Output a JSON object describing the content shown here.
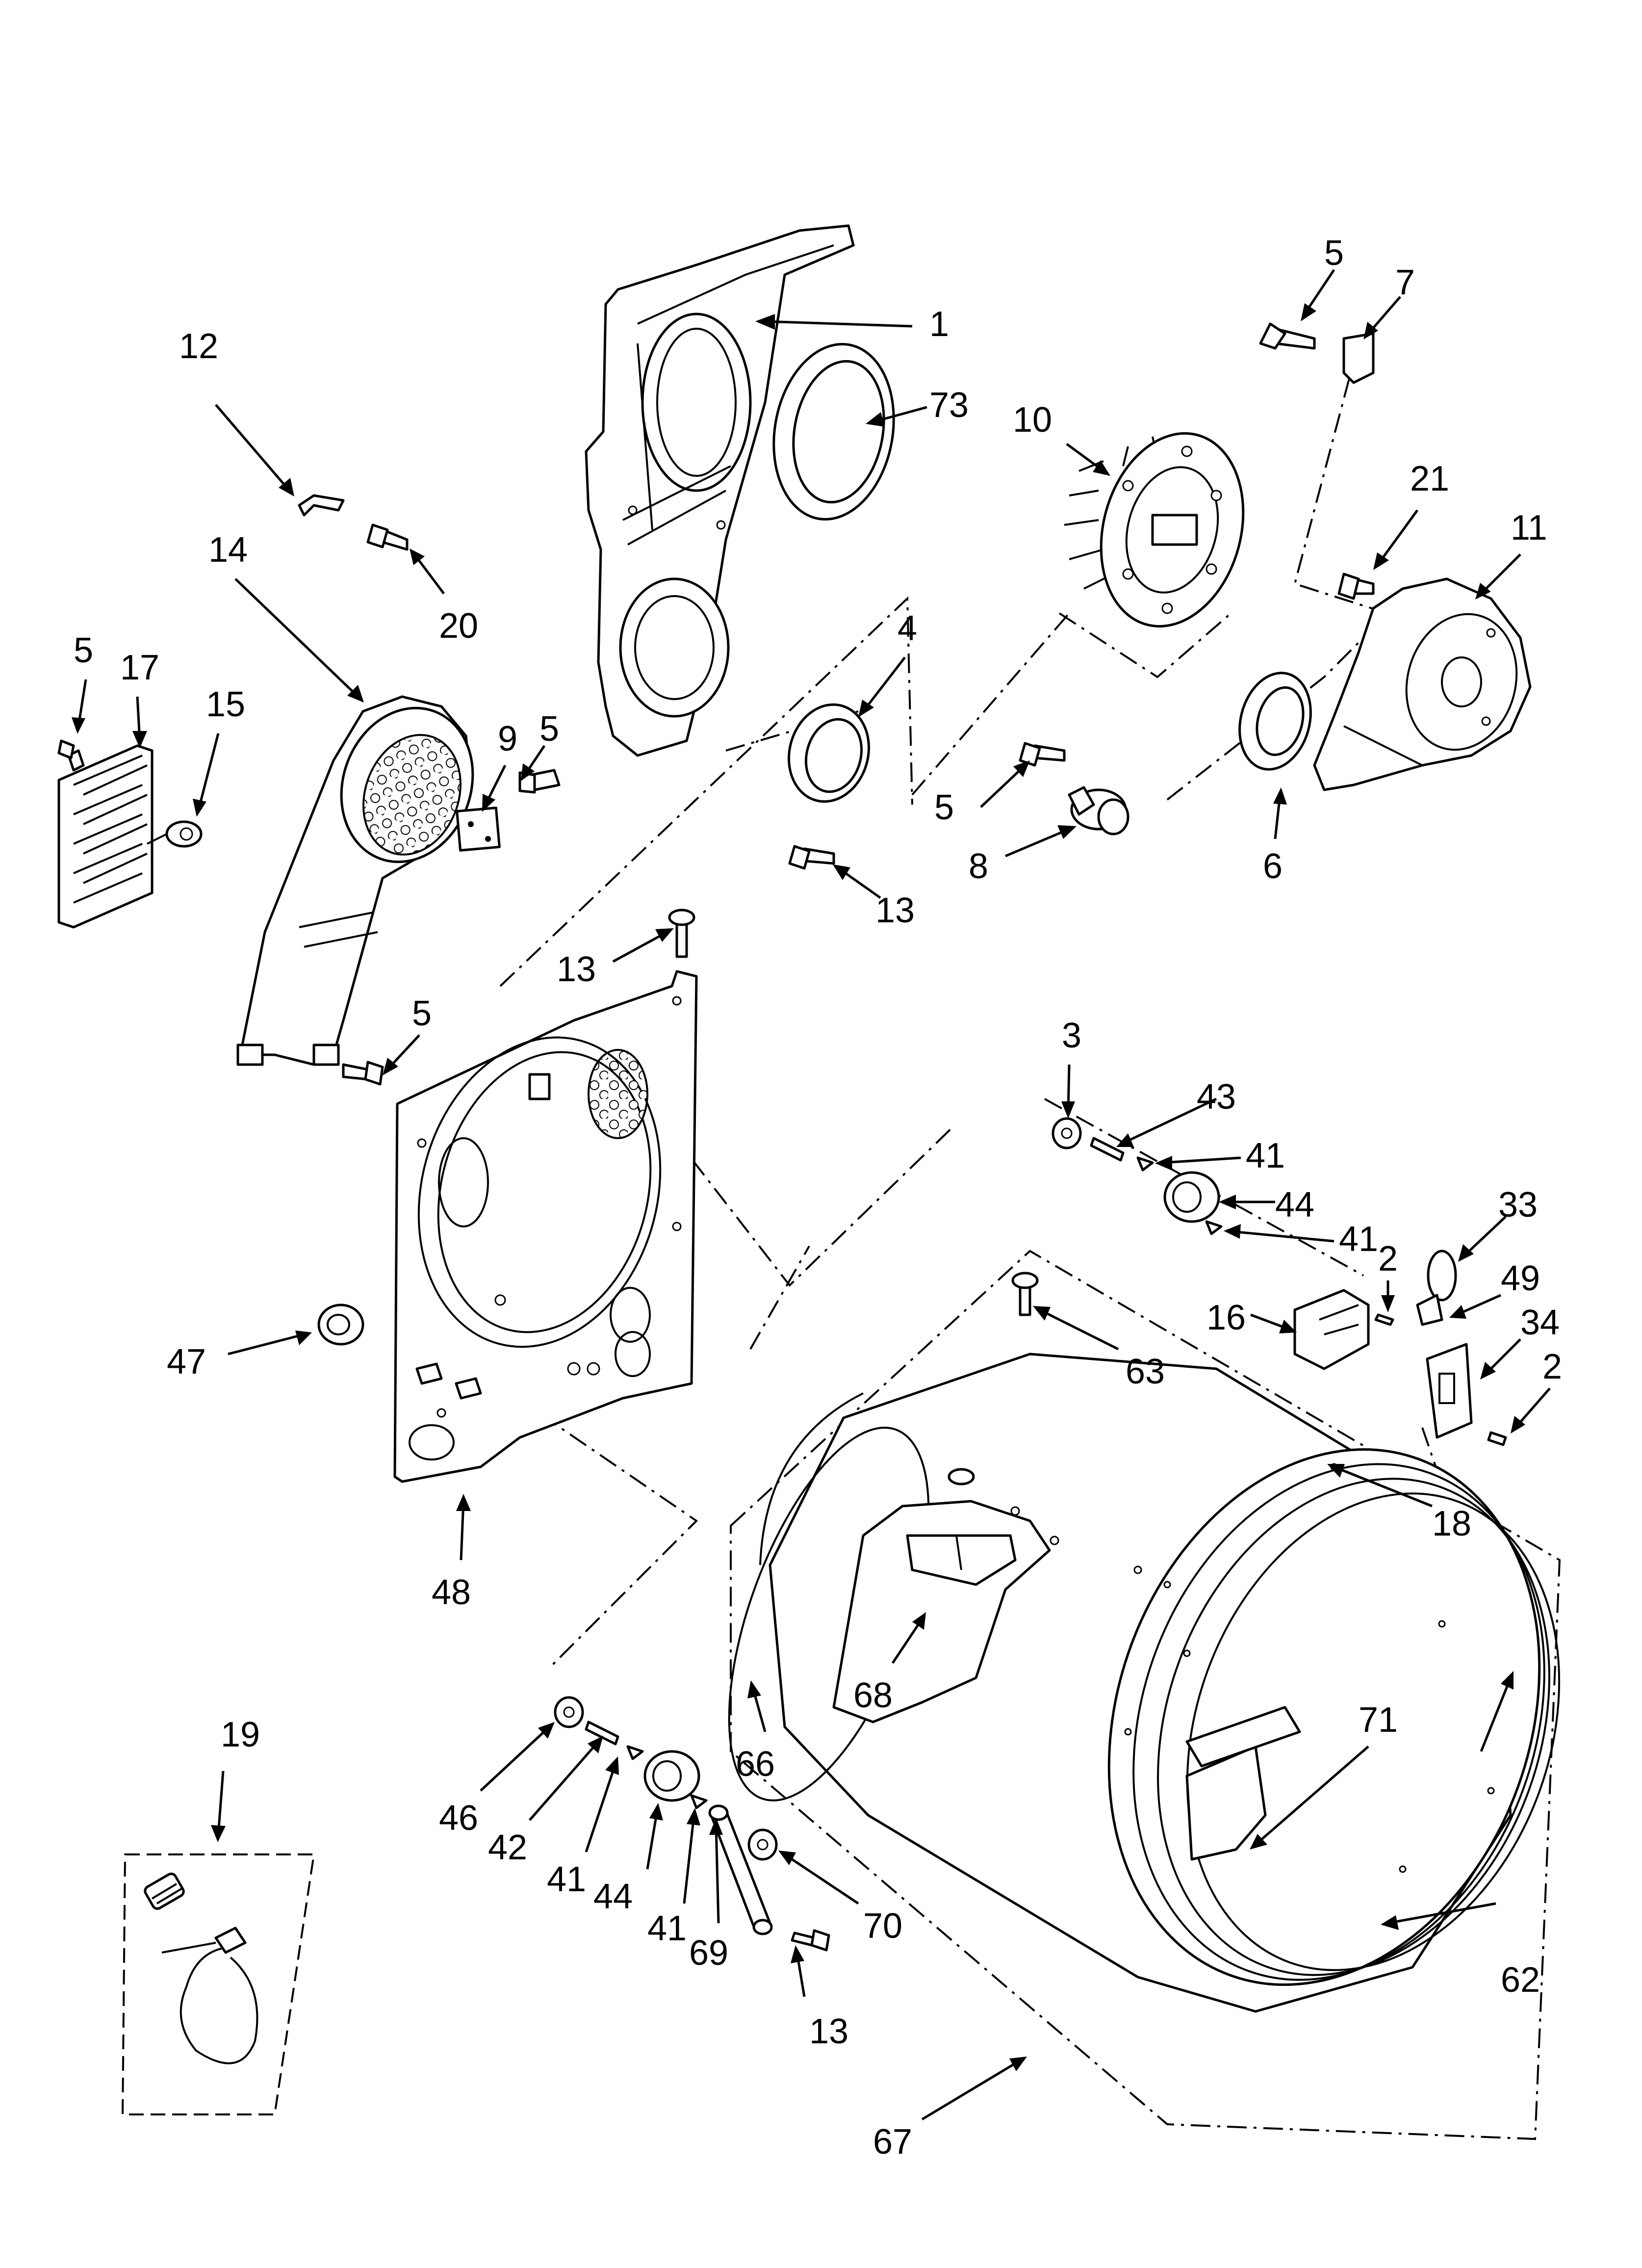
{
  "diagram": {
    "type": "exploded-parts-diagram",
    "callouts": [
      {
        "id": "c-1",
        "label": "1"
      },
      {
        "id": "c-73",
        "label": "73"
      },
      {
        "id": "c-5a",
        "label": "5"
      },
      {
        "id": "c-7",
        "label": "7"
      },
      {
        "id": "c-10",
        "label": "10"
      },
      {
        "id": "c-12",
        "label": "12"
      },
      {
        "id": "c-20",
        "label": "20"
      },
      {
        "id": "c-14",
        "label": "14"
      },
      {
        "id": "c-21",
        "label": "21"
      },
      {
        "id": "c-11",
        "label": "11"
      },
      {
        "id": "c-4",
        "label": "4"
      },
      {
        "id": "c-5b",
        "label": "5"
      },
      {
        "id": "c-17",
        "label": "17"
      },
      {
        "id": "c-15",
        "label": "15"
      },
      {
        "id": "c-9",
        "label": "9"
      },
      {
        "id": "c-5c",
        "label": "5"
      },
      {
        "id": "c-5d",
        "label": "5"
      },
      {
        "id": "c-8",
        "label": "8"
      },
      {
        "id": "c-6",
        "label": "6"
      },
      {
        "id": "c-13a",
        "label": "13"
      },
      {
        "id": "c-13b",
        "label": "13"
      },
      {
        "id": "c-5e",
        "label": "5"
      },
      {
        "id": "c-3",
        "label": "3"
      },
      {
        "id": "c-43",
        "label": "43"
      },
      {
        "id": "c-41a",
        "label": "41"
      },
      {
        "id": "c-44a",
        "label": "44"
      },
      {
        "id": "c-41b",
        "label": "41"
      },
      {
        "id": "c-33",
        "label": "33"
      },
      {
        "id": "c-2a",
        "label": "2"
      },
      {
        "id": "c-49",
        "label": "49"
      },
      {
        "id": "c-16",
        "label": "16"
      },
      {
        "id": "c-34",
        "label": "34"
      },
      {
        "id": "c-2b",
        "label": "2"
      },
      {
        "id": "c-63",
        "label": "63"
      },
      {
        "id": "c-47",
        "label": "47"
      },
      {
        "id": "c-18",
        "label": "18"
      },
      {
        "id": "c-48",
        "label": "48"
      },
      {
        "id": "c-68",
        "label": "68"
      },
      {
        "id": "c-19",
        "label": "19"
      },
      {
        "id": "c-71",
        "label": "71"
      },
      {
        "id": "c-66",
        "label": "66"
      },
      {
        "id": "c-46",
        "label": "46"
      },
      {
        "id": "c-42",
        "label": "42"
      },
      {
        "id": "c-41c",
        "label": "41"
      },
      {
        "id": "c-44b",
        "label": "44"
      },
      {
        "id": "c-41d",
        "label": "41"
      },
      {
        "id": "c-70",
        "label": "70"
      },
      {
        "id": "c-69",
        "label": "69"
      },
      {
        "id": "c-62",
        "label": "62"
      },
      {
        "id": "c-13c",
        "label": "13"
      },
      {
        "id": "c-67",
        "label": "67"
      }
    ]
  }
}
